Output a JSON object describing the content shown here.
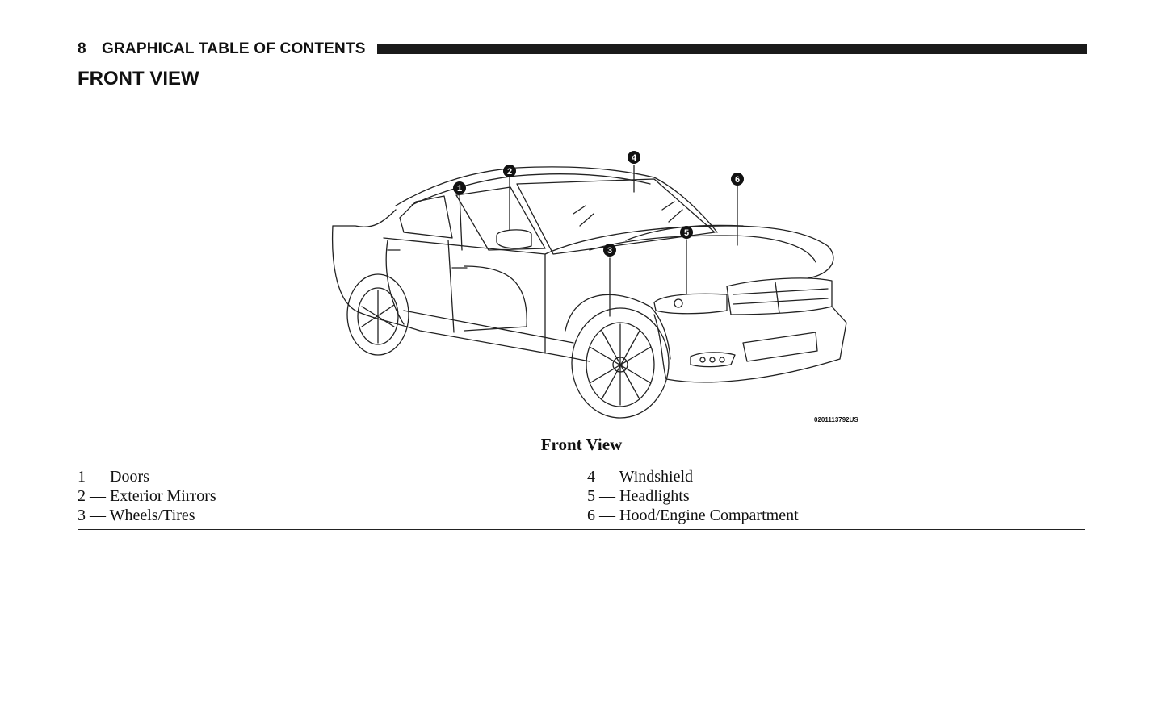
{
  "header": {
    "page_number": "8",
    "section": "GRAPHICAL TABLE OF CONTENTS"
  },
  "heading": "FRONT VIEW",
  "figure": {
    "image_code": "0201113792US",
    "callouts": [
      "1",
      "2",
      "3",
      "4",
      "5",
      "6"
    ]
  },
  "caption": "Front View",
  "legend": {
    "left": [
      "1 — Doors",
      "2 — Exterior Mirrors",
      "3 — Wheels/Tires"
    ],
    "right": [
      "4 — Windshield",
      "5 — Headlights",
      "6 — Hood/Engine Compartment"
    ]
  }
}
